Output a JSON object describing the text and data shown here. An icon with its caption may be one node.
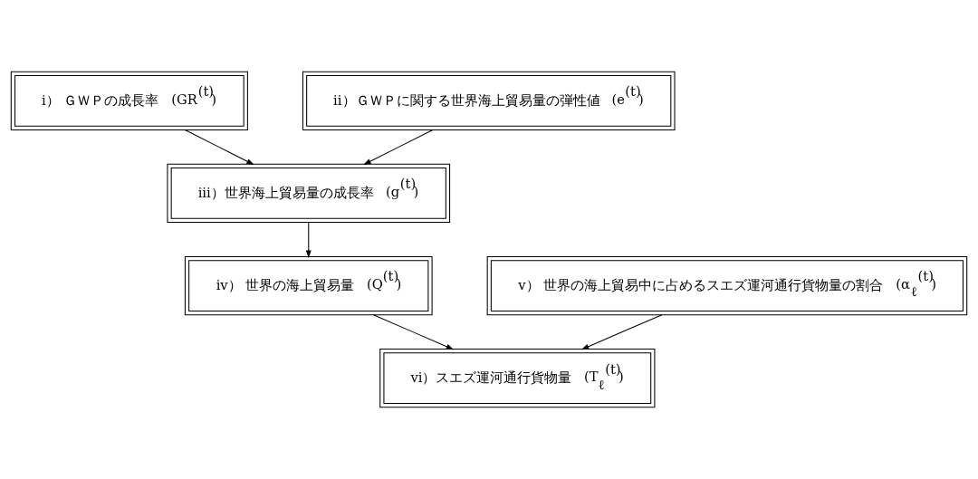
{
  "diagram": {
    "nodes": [
      {
        "text": [
          "i） ＧＷＰの成長率",
          "(GR$^{(t)}$)"
        ]
      },
      {
        "text": [
          "ii）ＧＷＰに関する世界海上貿易量の弾性値",
          "(e$^{(t)}$)"
        ]
      },
      {
        "text": [
          "iii）世界海上貿易量の成長率",
          "(g$^{(t)}$)"
        ]
      },
      {
        "text": [
          "iv） 世界の海上貿易量",
          "(Q$^{(t)}$)"
        ]
      },
      {
        "text": [
          "v） 世界の海上貿易中に占めるスエズ運河通行貨物量の割合",
          "(α$_{ℓ}$$^{(t)}$)"
        ]
      },
      {
        "text": [
          "vi）スエズ運河通行貨物量",
          "(T$_{ℓ}$$^{(t)}$)"
        ]
      }
    ],
    "edges": [
      {
        "from": 0,
        "to": 2,
        "arrow": "to"
      },
      {
        "from": 1,
        "to": 2,
        "arrow": "to"
      },
      {
        "from": 2,
        "to": 3,
        "arrow": "to"
      },
      {
        "from": 3,
        "to": 5,
        "arrow": "to"
      },
      {
        "from": 4,
        "to": 5,
        "arrow": "to"
      }
    ]
  }
}
